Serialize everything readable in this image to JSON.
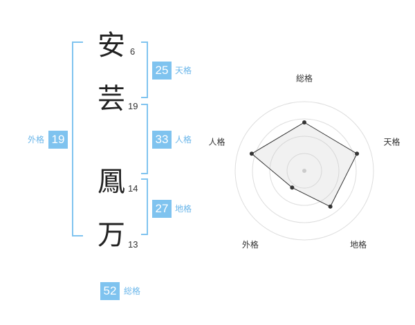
{
  "name": {
    "characters": [
      {
        "char": "安",
        "strokes": "6"
      },
      {
        "char": "芸",
        "strokes": "19"
      },
      {
        "char": "鳳",
        "strokes": "14"
      },
      {
        "char": "万",
        "strokes": "13"
      }
    ]
  },
  "fortunes": {
    "tenkaku": {
      "label": "天格",
      "value": "25"
    },
    "jinkaku": {
      "label": "人格",
      "value": "33"
    },
    "chikaku": {
      "label": "地格",
      "value": "27"
    },
    "gaikaku": {
      "label": "外格",
      "value": "19"
    },
    "soukaku": {
      "label": "総格",
      "value": "52"
    }
  },
  "colors": {
    "accent": "#7fc3ef",
    "accent_text": "#6ab6ea"
  },
  "chart_data": {
    "type": "radar",
    "axes": [
      "総格",
      "天格",
      "地格",
      "外格",
      "人格"
    ],
    "max": 5,
    "rings": 4,
    "values": [
      3.5,
      4,
      3.2,
      1.5,
      4
    ]
  }
}
